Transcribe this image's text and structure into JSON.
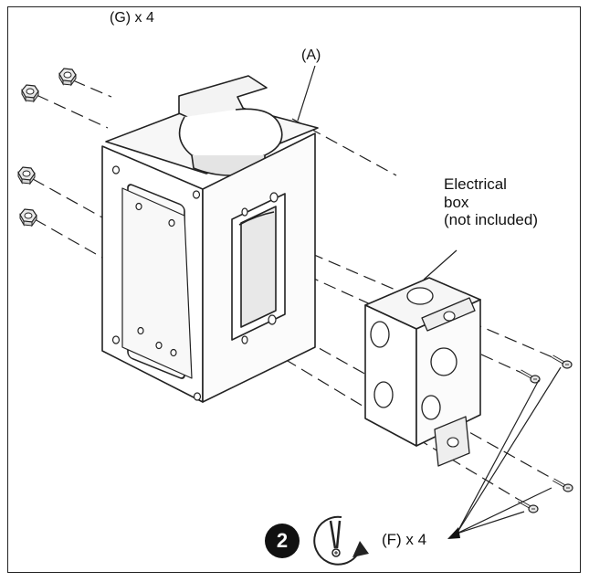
{
  "labels": {
    "nuts": "(G) x 4",
    "bracket": "(A)",
    "electrical_box": "Electrical\nbox\n(not included)",
    "screws": "(F) x 4"
  },
  "step": "2",
  "icons": [
    "hex-nut-icon",
    "screw-icon",
    "screwdriver-rotate-icon"
  ],
  "colors": {
    "line": "#222222",
    "background": "#ffffff",
    "badge": "#111111"
  }
}
